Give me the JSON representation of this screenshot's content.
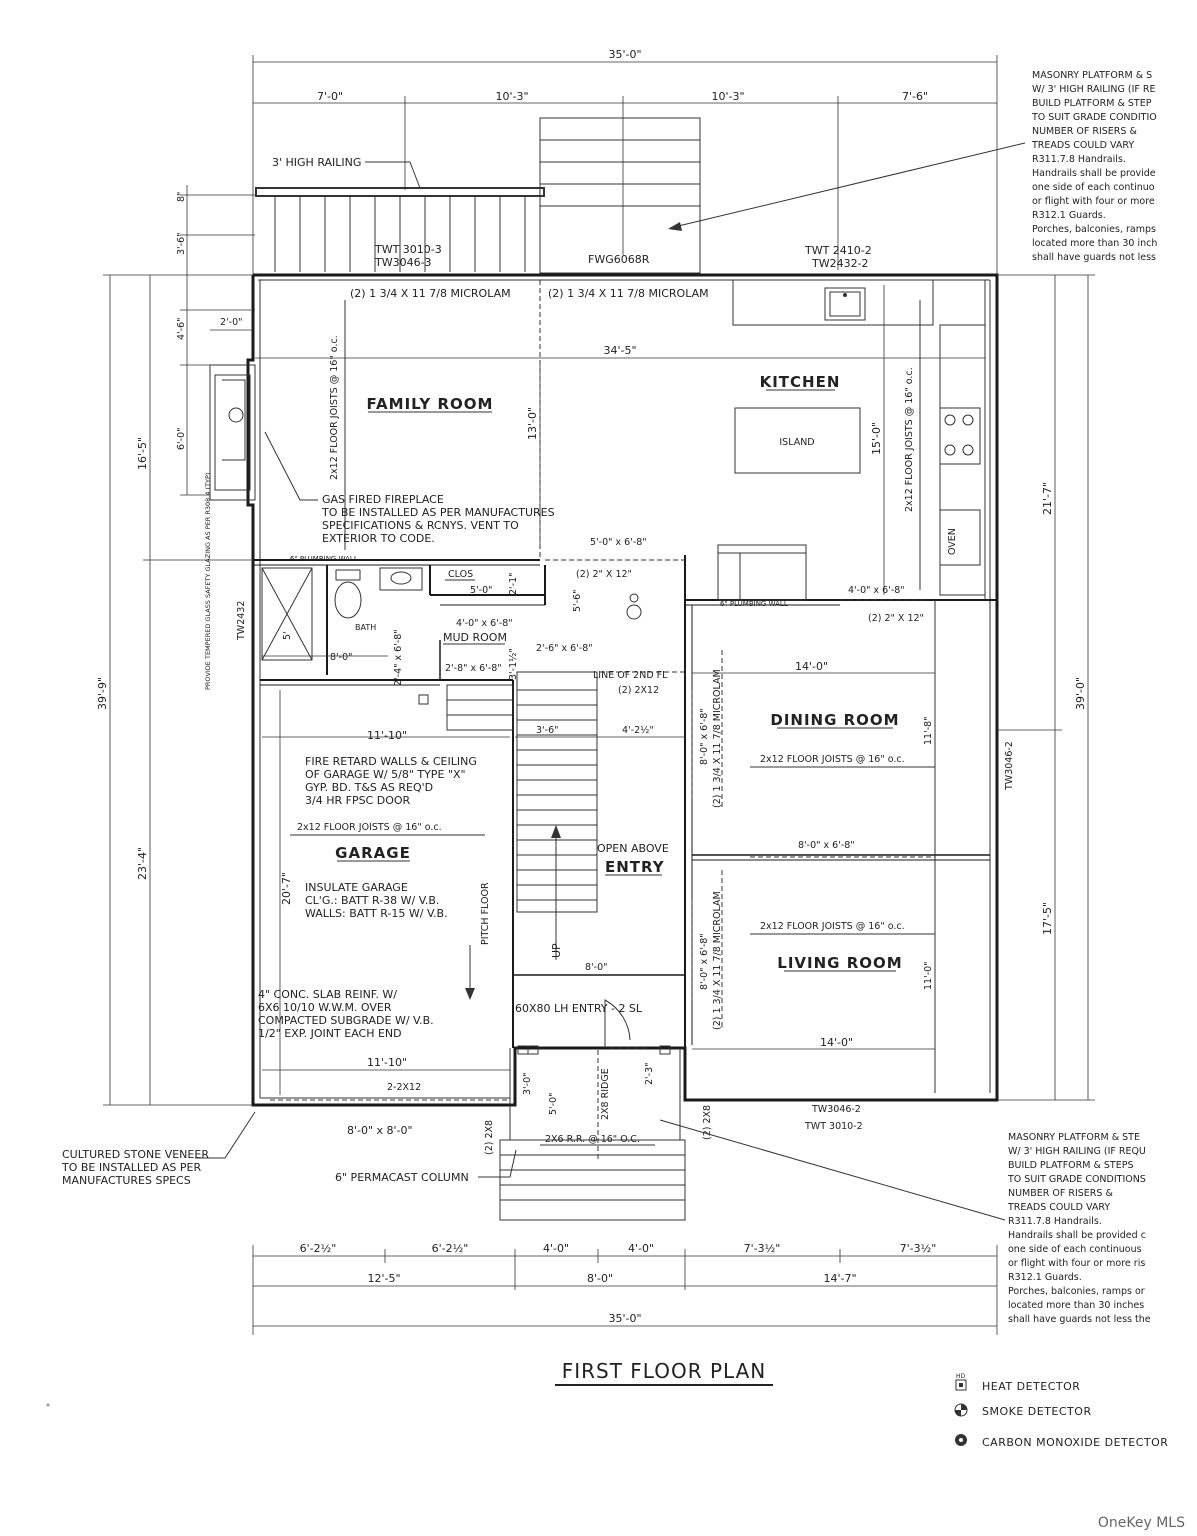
{
  "title": "FIRST FLOOR PLAN",
  "watermark": "OneKey MLS",
  "overall_dims": {
    "top": "35'-0\"",
    "bottom": "35'-0\"",
    "left_main": "39'-9\"",
    "right_main": "39'-0\""
  },
  "top_segments": [
    "7'-0\"",
    "10'-3\"",
    "10'-3\"",
    "7'-6\""
  ],
  "bottom_segments_a": [
    "6'-2½\"",
    "6'-2½\"",
    "4'-0\"",
    "4'-0\"",
    "7'-3½\"",
    "7'-3½\""
  ],
  "bottom_segments_b": [
    "12'-5\"",
    "8'-0\"",
    "14'-7\""
  ],
  "left_dims": {
    "upper": "16'-5\"",
    "lower": "23'-4\"",
    "a": "8\"",
    "b": "3'-6\"",
    "c": "4'-6\"",
    "d": "6'-0\"",
    "fp": "2'-0\""
  },
  "right_dims": {
    "upper": "21'-7\""
  },
  "rooms": {
    "family_room": "FAMILY ROOM",
    "kitchen": "KITCHEN",
    "island": "ISLAND",
    "oven": "OVEN",
    "bath": "BATH",
    "clos": "CLOS",
    "mud_room": "MUD ROOM",
    "dining_room": "DINING ROOM",
    "garage": "GARAGE",
    "entry": "ENTRY",
    "open_above": "OPEN ABOVE",
    "living_room": "LIVING ROOM"
  },
  "labels": {
    "railing": "3' HIGH RAILING",
    "twt_left": "TWT 3010-3",
    "tw_left": "TW3046-3",
    "fwg": "FWG6068R",
    "twt_right": "TWT 2410-2",
    "tw_right": "TW2432-2",
    "microlam1": "(2) 1 3/4 X 11 7/8 MICROLAM",
    "microlam2": "(2) 1 3/4 X 11 7/8 MICROLAM",
    "fam_width": "34'-5\"",
    "fam_joists": "2x12 FLOOR JOISTS @ 16\" o.c.",
    "fam_13": "13'-0\"",
    "kit_15": "15'-0\"",
    "kit_joists": "2x12 FLOOR JOISTS @ 16\" o.c.",
    "fireplace1": "GAS FIRED FIREPLACE",
    "fireplace2": "TO BE INSTALLED AS PER MANUFACTURES",
    "fireplace3": "SPECIFICATIONS & RCNYS. VENT TO",
    "fireplace4": "EXTERIOR TO CODE.",
    "plumb_wall1": "6\" PLUMBING WALL",
    "plumb_wall2": "6\" PLUMBING WALL",
    "door_5068": "5'-0\" x 6'-8\"",
    "hdr_2x12a": "(2) 2\" X 12\"",
    "door_4068": "4'-0\" x 6'-8\"",
    "hdr_2x12b": "(2) 2\" X 12\"",
    "clos_dim": "5'-0\"",
    "clos_dim2": "2'-1\"",
    "mud_door": "4'-0\" x 6'-8\"",
    "stair_56": "5'-6\"",
    "tw2432": "TW2432",
    "bath_8": "8'-0\"",
    "bath_5": "5'",
    "door_24": "2'-4\" x 6'-8\"",
    "door_28": "2'-8\" x 6'-8\"",
    "door_26": "2'-6\" x 6'-8\"",
    "door_312": "3'-1½\"",
    "line_2nd": "LINE OF 2ND FL",
    "hdr_2x12c": "(2) 2X12",
    "dining_14": "14'-0\"",
    "dining_118": "11'-8\"",
    "dining_joists": "2x12 FLOOR JOISTS @ 16\" o.c.",
    "tw3046_2": "TW3046-2",
    "dining_microlam": "(2) 1 3/4 X 11 7/8 MICROLAM",
    "dining_door": "8'-0\" x 6'-8\"",
    "door_8068": "8'-0\" x 6'-8\"",
    "living_joists": "2x12 FLOOR JOISTS @ 16\" o.c.",
    "living_microlam": "(2) 1 3/4 X 11 7/8 MICROLAM",
    "living_door": "8'-0\" x 6'-8\"",
    "living_11": "11'-0\"",
    "living_14": "14'-0\"",
    "right_175": "17'-5\"",
    "garage_1110": "11'-10\"",
    "garage_1110b": "11'-10\"",
    "garage_207": "20'-7\"",
    "stair_36": "3'-6\"",
    "stair_42": "4'-2½\"",
    "fire1": "FIRE RETARD WALLS & CEILING",
    "fire2": "OF GARAGE W/ 5/8\" TYPE \"X\"",
    "fire3": "GYP. BD. T&S AS REQ'D",
    "fire4": "3/4 HR FPSC DOOR",
    "gar_joists": "2x12 FLOOR JOISTS @ 16\" o.c.",
    "ins1": "INSULATE GARAGE",
    "ins2": "CL'G.: BATT R-38 W/ V.B.",
    "ins3": "WALLS: BATT R-15 W/ V.B.",
    "pitch": "PITCH FLOOR",
    "slab1": "4\" CONC. SLAB REINF. W/",
    "slab2": "6X6 10/10 W.W.M. OVER",
    "slab3": "COMPACTED SUBGRADE W/ V.B.",
    "slab4": "1/2\" EXP. JOINT EACH END",
    "up": "UP",
    "entry_8": "8'-0\"",
    "entry_door": "60X80 LH ENTRY - 2 SL",
    "gar_2x12": "2-2X12",
    "gar_door": "8'-0\" x 8'-0\"",
    "tw3046_2b": "TW3046-2",
    "twt3010_2": "TWT 3010-2",
    "porch_ridge": "2X8 RIDGE",
    "porch_rr": "2X6 R.R. @ 16\" O.C.",
    "porch_2x8a": "(2) 2X8",
    "porch_2x8b": "(2) 2X8",
    "porch_30": "3'-0\"",
    "porch_50": "5'-0\"",
    "porch_23": "2'-3\"",
    "permacast": "6\" PERMACAST COLUMN",
    "stone1": "CULTURED STONE VENEER",
    "stone2": "TO BE INSTALLED AS PER",
    "stone3": "MANUFACTURES SPECS",
    "glass": "PROVIDE TEMPERED GLASS SAFETY GLAZING AS PER R308.4 (TYP)"
  },
  "note_top": [
    "MASONRY PLATFORM & S",
    "W/ 3' HIGH RAILING (IF RE",
    "BUILD PLATFORM & STEP",
    "TO SUIT GRADE CONDITIO",
    "NUMBER OF RISERS &",
    "TREADS COULD VARY",
    "R311.7.8 Handrails.",
    "Handrails shall be provide",
    "one side of each continuo",
    "or flight with four or more",
    "R312.1 Guards.",
    "Porches, balconies, ramps",
    "located more than 30 inch",
    "shall have guards not less"
  ],
  "note_bottom": [
    "MASONRY PLATFORM & STE",
    "W/ 3' HIGH RAILING (IF REQU",
    "BUILD PLATFORM & STEPS",
    "TO SUIT GRADE CONDITIONS",
    "NUMBER OF RISERS &",
    "TREADS COULD VARY",
    "R311.7.8 Handrails.",
    "Handrails shall be provided c",
    "one side of each continuous",
    "or flight with four or more ris",
    "R312.1 Guards.",
    "Porches, balconies, ramps or",
    "located more than 30 inches",
    "shall have guards not less the"
  ],
  "legend": [
    {
      "symbol": "HD",
      "label": "HEAT DETECTOR"
    },
    {
      "symbol": "SD",
      "label": "SMOKE DETECTOR"
    },
    {
      "symbol": "CO",
      "label": "CARBON MONOXIDE DETECTOR"
    }
  ]
}
